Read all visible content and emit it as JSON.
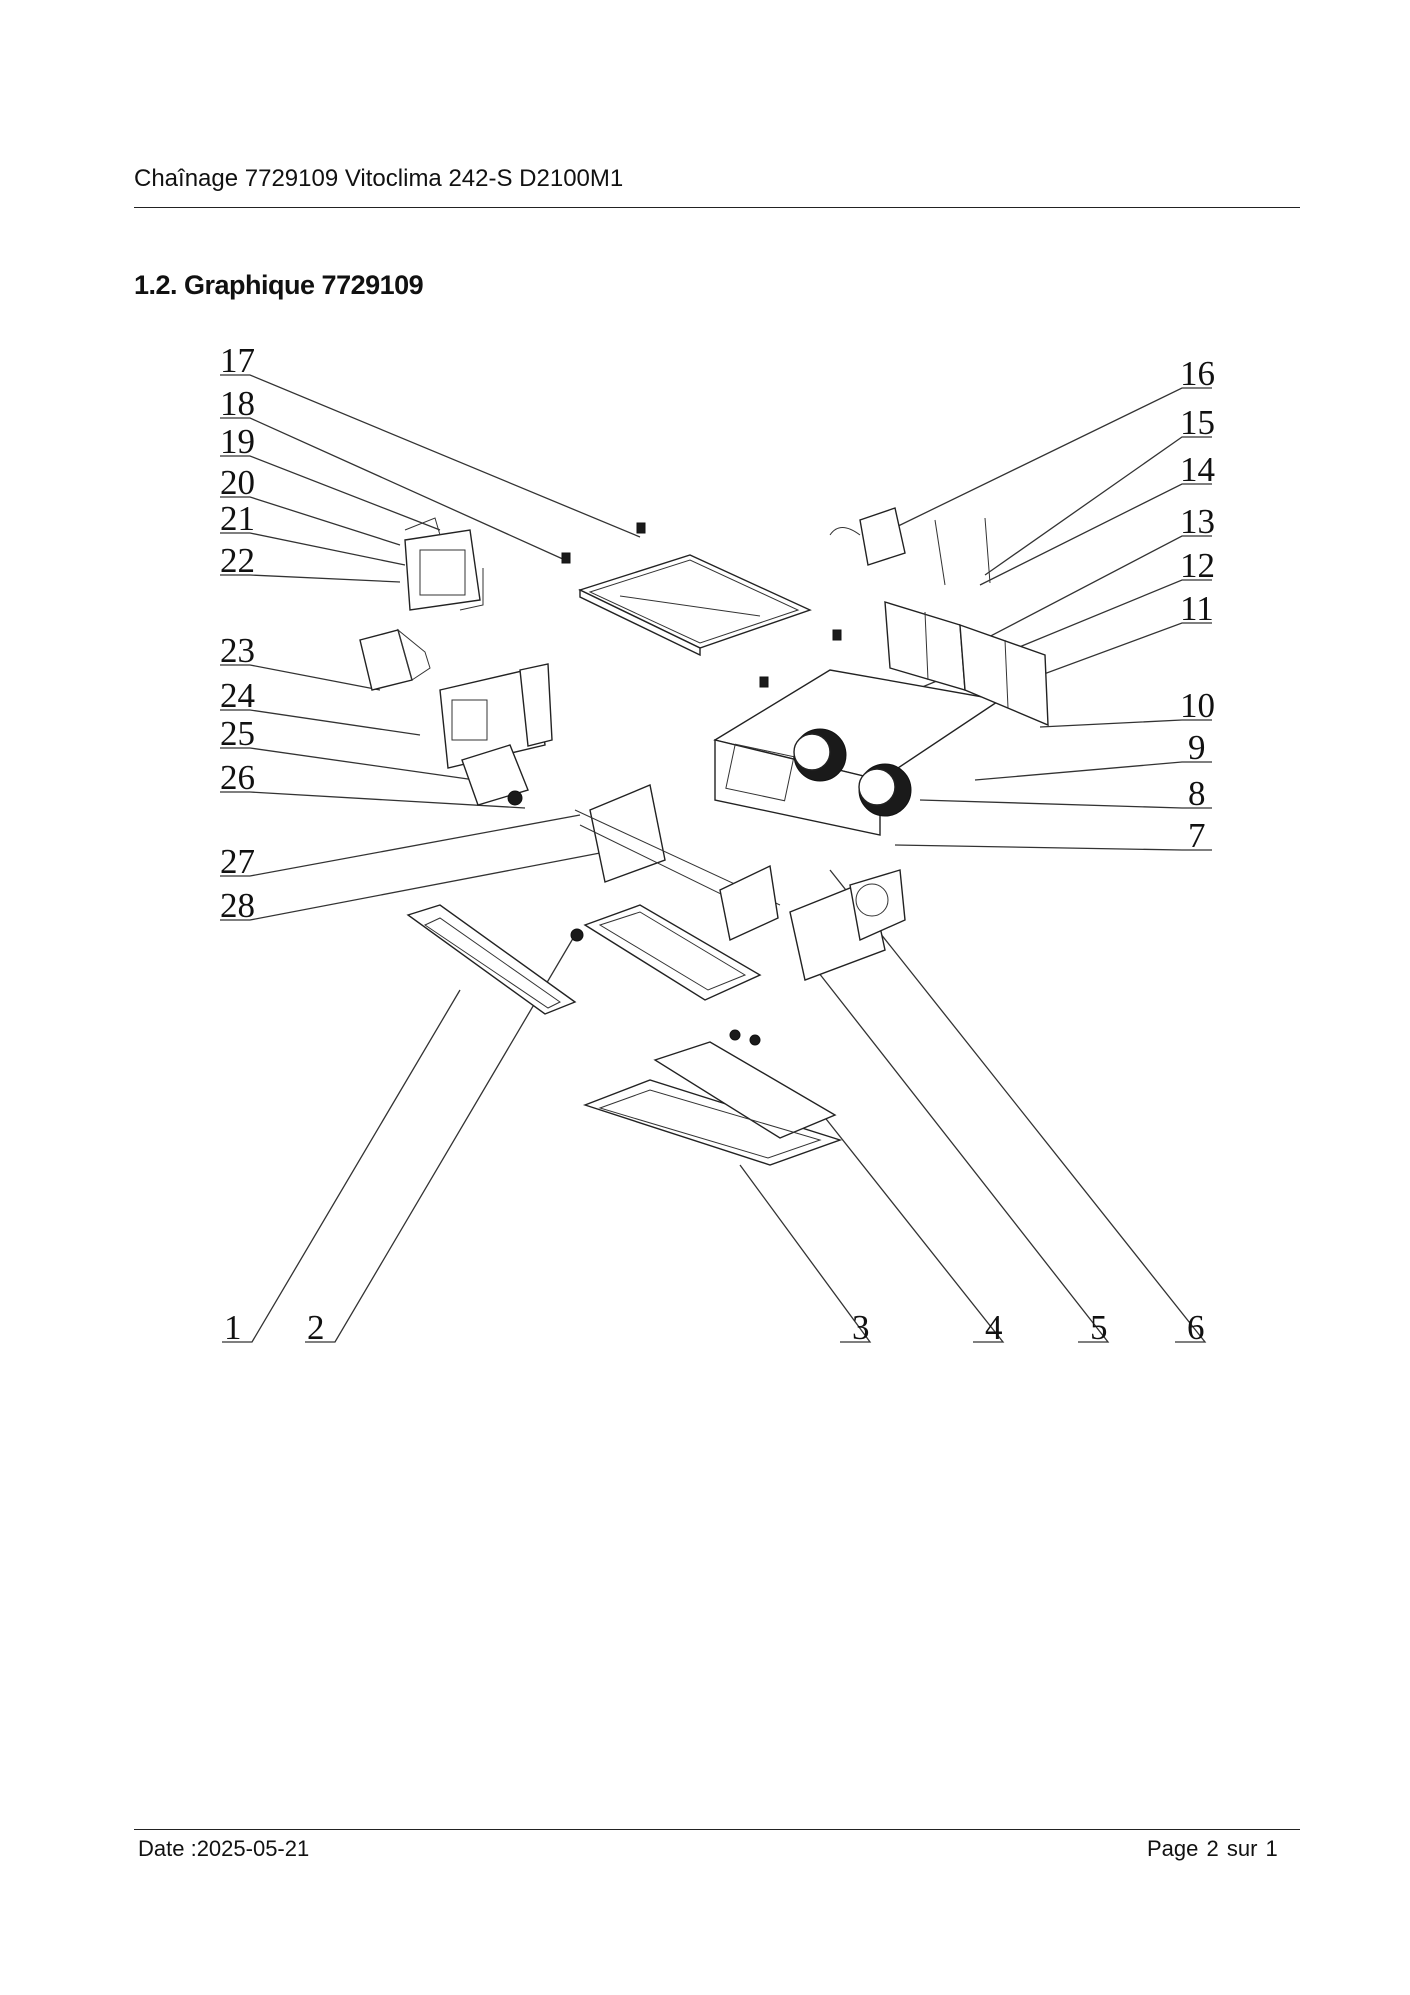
{
  "header": {
    "title": "Chaînage 7729109 Vitoclima 242-S D2100M1"
  },
  "section": {
    "title": "1.2. Graphique 7729109"
  },
  "diagram": {
    "callouts": [
      "1",
      "2",
      "3",
      "4",
      "5",
      "6",
      "7",
      "8",
      "9",
      "10",
      "11",
      "12",
      "13",
      "14",
      "15",
      "16",
      "17",
      "18",
      "19",
      "20",
      "21",
      "22",
      "23",
      "24",
      "25",
      "26",
      "27",
      "28"
    ]
  },
  "footer": {
    "date": "Date :2025-05-21",
    "page": "Page 2 sur  1"
  }
}
